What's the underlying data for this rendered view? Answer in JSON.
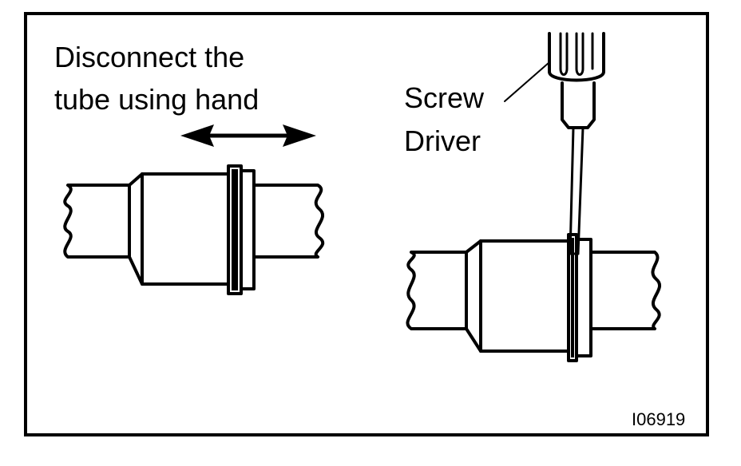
{
  "instruction": {
    "line1": "Disconnect the",
    "line2": "tube using hand"
  },
  "tool_label": {
    "line1": "Screw",
    "line2": "Driver"
  },
  "figure_code": "I06919",
  "colors": {
    "ink": "#000000",
    "paper": "#ffffff"
  }
}
